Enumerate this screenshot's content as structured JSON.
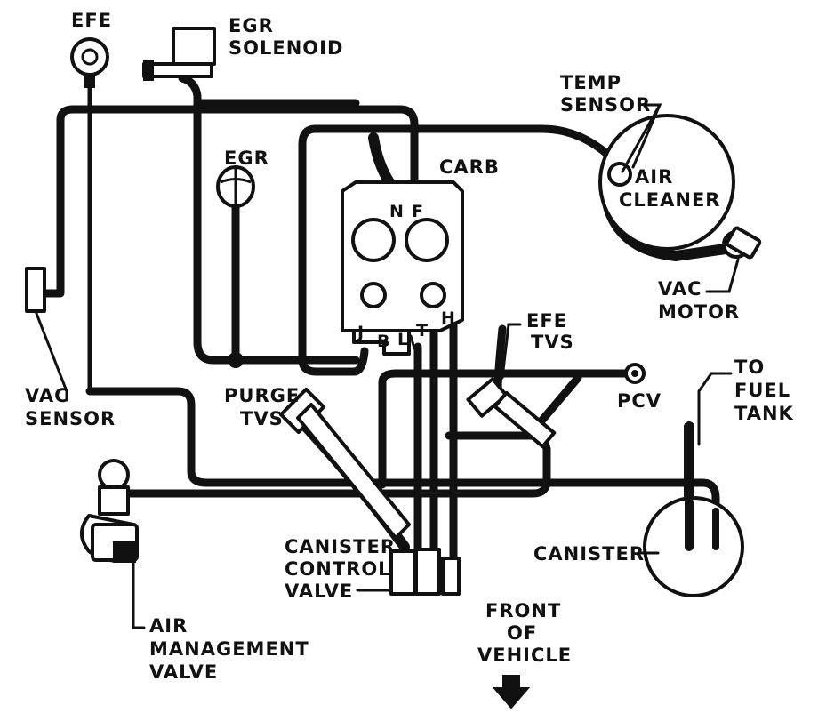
{
  "labels": {
    "efe": "EFE",
    "egr_solenoid_1": "EGR",
    "egr_solenoid_2": "SOLENOID",
    "egr": "EGR",
    "carb": "CARB",
    "temp_sensor_1": "TEMP",
    "temp_sensor_2": "SENSOR",
    "air_cleaner_1": "AIR",
    "air_cleaner_2": "CLEANER",
    "vac_motor_1": "VAC",
    "vac_motor_2": "MOTOR",
    "efe_tvs_1": "EFE",
    "efe_tvs_2": "TVS",
    "pcv": "PCV",
    "to_fuel_tank_1": "TO",
    "to_fuel_tank_2": "FUEL",
    "to_fuel_tank_3": "TANK",
    "vac_sensor_1": "VAC",
    "vac_sensor_2": "SENSOR",
    "purge_tvs_1": "PURGE",
    "purge_tvs_2": "TVS",
    "canister": "CANISTER",
    "canister_control_valve_1": "CANISTER",
    "canister_control_valve_2": "CONTROL",
    "canister_control_valve_3": "VALVE",
    "air_management_valve_1": "AIR",
    "air_management_valve_2": "MANAGEMENT",
    "air_management_valve_3": "VALVE",
    "front_of_vehicle_1": "FRONT",
    "front_of_vehicle_2": "OF",
    "front_of_vehicle_3": "VEHICLE"
  },
  "ports": {
    "n": "N",
    "f": "F",
    "j": "J",
    "b": "B",
    "l": "L",
    "t": "T",
    "h": "H"
  },
  "icons": {
    "direction_arrow": "arrow-down-icon"
  }
}
